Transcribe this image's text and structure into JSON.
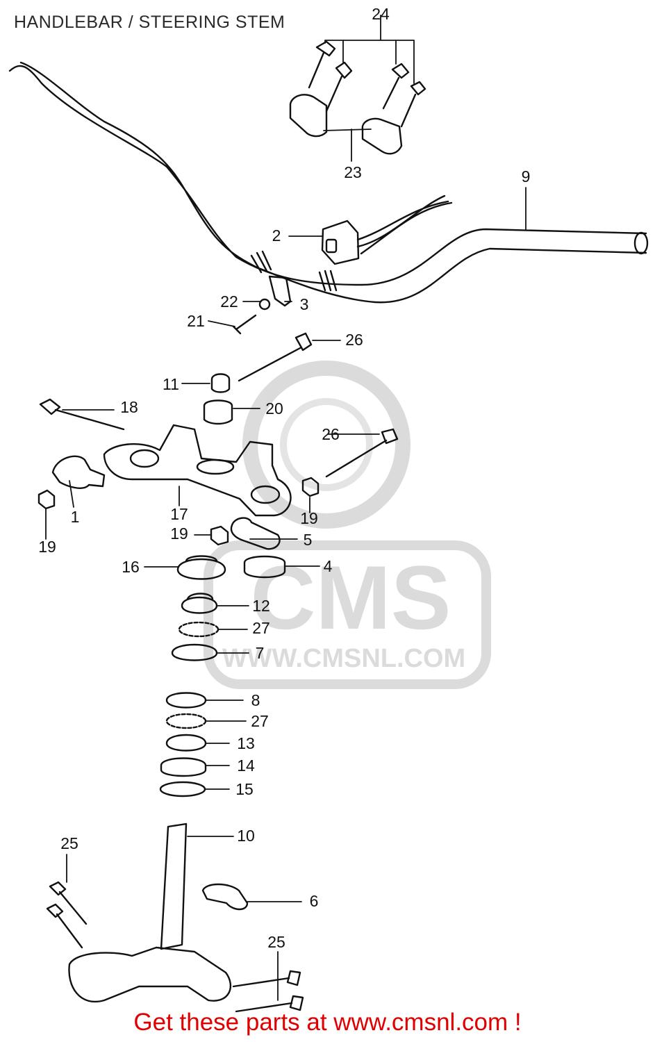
{
  "header": {
    "title": "HANDLEBAR / STEERING STEM"
  },
  "watermark": {
    "logo": "CMS",
    "url": "WWW.CMSNL.COM",
    "color": "#d6d6d6"
  },
  "callouts": {
    "c1": "1",
    "c2": "2",
    "c3": "3",
    "c4": "4",
    "c5": "5",
    "c6": "6",
    "c7": "7",
    "c8": "8",
    "c9": "9",
    "c10": "10",
    "c11": "11",
    "c12": "12",
    "c13": "13",
    "c14": "14",
    "c15": "15",
    "c16": "16",
    "c17": "17",
    "c18": "18",
    "c19a": "19",
    "c19b": "19",
    "c19c": "19",
    "c20": "20",
    "c21": "21",
    "c22": "22",
    "c23": "23",
    "c24": "24",
    "c25a": "25",
    "c25b": "25",
    "c26a": "26",
    "c26b": "26",
    "c27a": "27",
    "c27b": "27"
  },
  "footer": {
    "promo": "Get these parts at www.cmsnl.com !",
    "promo_color": "#e00000"
  }
}
